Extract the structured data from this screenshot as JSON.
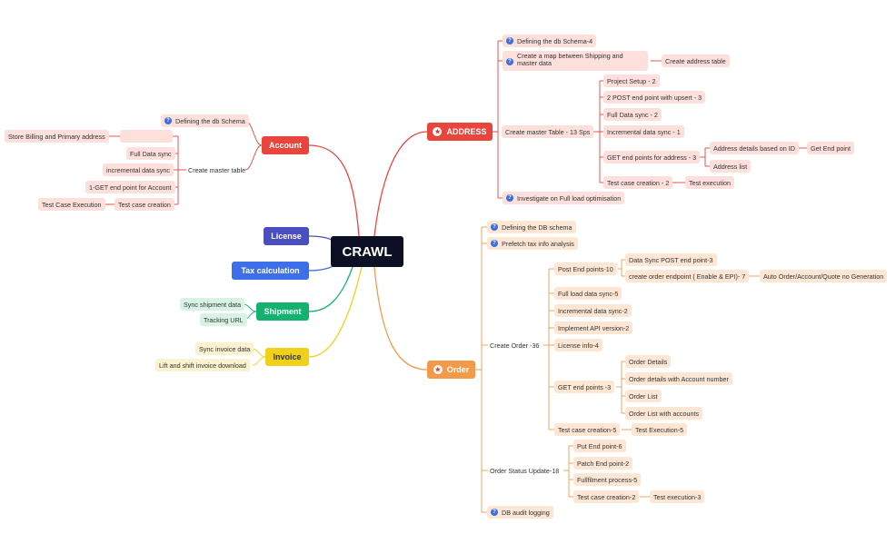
{
  "root": "CRAWL",
  "colors": {
    "root": "#0d1024",
    "account": "#e8453c",
    "address": "#e8453c",
    "license": "#4a4fbf",
    "tax": "#3f6fe8",
    "shipment": "#14b26f",
    "invoice": "#f0d11a",
    "order": "#f29a4a"
  },
  "account": {
    "label": "Account",
    "schema": "Defining the db Schema",
    "master": "Create master table",
    "store": "Store Billing and Primary address",
    "empty": "",
    "full_sync": "Full Data sync",
    "incr_sync": "incremental data sync",
    "get_end": "1-GET end point for Account",
    "test_case": "Test case creation",
    "test_exec": "Test Case Execution"
  },
  "license": {
    "label": "License"
  },
  "tax": {
    "label": "Tax calculation"
  },
  "shipment": {
    "label": "Shipment",
    "sync": "Sync shipment data",
    "tracking": "Tracking URL"
  },
  "invoice": {
    "label": "Invoice",
    "sync": "Sync invoice data",
    "lift": "Lift and shift invoice download"
  },
  "address": {
    "label": "ADDRESS",
    "schema": "Defining the db Schema-4",
    "map": "Create a map between Shipping  and master data",
    "addr_table": "Create address table",
    "master": "Create master Table - 13 Sps",
    "setup": "Project Setup - 2",
    "post": "2 POST end point with upsert - 3",
    "full_sync": "Full Data sync - 2",
    "incr": "Incremental data sync - 1",
    "get": "GET end points for address - 3",
    "details_id": "Address details based on ID",
    "get_end": "Get End point",
    "list": "Address list",
    "test_case": "Test case creation - 2",
    "test_exec": "Test execution",
    "investigate": "Investigate on Full load optimisation"
  },
  "order": {
    "label": "Order",
    "schema": "Defining the DB schema",
    "prefetch": "Prefetch tax info analysis",
    "create": "Create Order -36",
    "post": "Post End points-10",
    "data_sync_post": "Data Sync POST end point-3",
    "create_ep": "create order endpoint ( Enable & EPI)- 7",
    "auto": "Auto Order/Account/Quote no Generation",
    "full_load": "Full load data sync-5",
    "incr": "Incremental data sync-2",
    "api": "Implement API version-2",
    "license": "License info-4",
    "get": "GET end points -3",
    "details": "Order Details",
    "details_acct": "Order details with Account number",
    "list": "Order List",
    "list_acct": "Order List with accounts",
    "test_case": "Test case creation-5",
    "test_exec": "Test Execution-5",
    "status": "Order Status Update-18",
    "put": "Put End point-6",
    "patch": "Patch End point-2",
    "fulfil": "Fullfilment process-5",
    "test_case2": "Test case creation-2",
    "test_exec2": "Test execution-3",
    "audit": "DB audit logging"
  }
}
